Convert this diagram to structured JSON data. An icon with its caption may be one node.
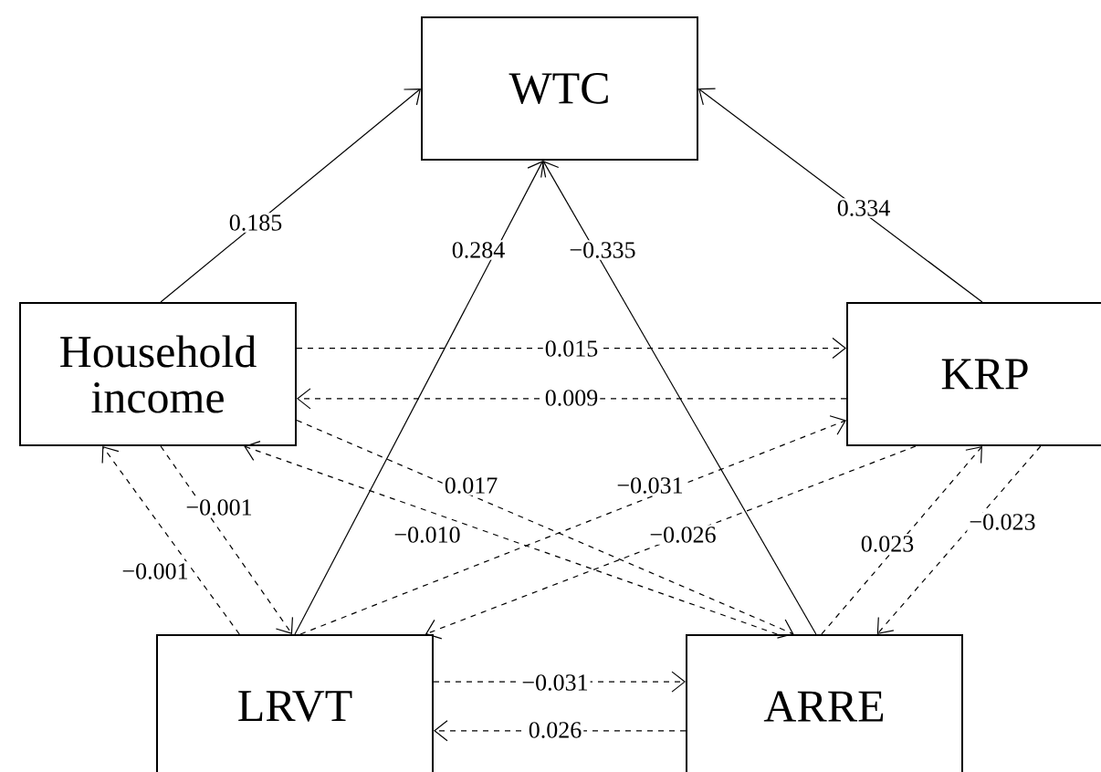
{
  "diagram": {
    "nodes": [
      {
        "text": [
          "WTC"
        ]
      },
      {
        "text": [
          "Household income"
        ]
      },
      {
        "text": [
          "KRP"
        ]
      },
      {
        "text": [
          "LRVT"
        ]
      },
      {
        "text": [
          "ARRE"
        ]
      }
    ],
    "edges": [
      {
        "from": 1,
        "to": 0,
        "arrow": "to",
        "label": "0.185"
      },
      {
        "from": 2,
        "to": 0,
        "arrow": "to",
        "label": "0.334"
      },
      {
        "from": 3,
        "to": 0,
        "arrow": "to",
        "label": "0.284"
      },
      {
        "from": 4,
        "to": 0,
        "arrow": "to",
        "label": "−0.335"
      },
      {
        "from": 1,
        "to": 2,
        "arrow": "to",
        "label": "0.015",
        "style": "dashed"
      },
      {
        "from": 2,
        "to": 1,
        "arrow": "to",
        "label": "0.009",
        "style": "dashed"
      },
      {
        "from": 1,
        "to": 4,
        "arrow": "to",
        "label": "0.017",
        "style": "dashed"
      },
      {
        "from": 4,
        "to": 1,
        "arrow": "to",
        "label": "−0.010",
        "style": "dashed"
      },
      {
        "from": 1,
        "to": 3,
        "arrow": "to",
        "label": "−0.001",
        "style": "dashed"
      },
      {
        "from": 3,
        "to": 1,
        "arrow": "to",
        "label": "−0.001",
        "style": "dashed"
      },
      {
        "from": 3,
        "to": 2,
        "arrow": "to",
        "label": "−0.031",
        "style": "dashed"
      },
      {
        "from": 2,
        "to": 3,
        "arrow": "to",
        "label": "−0.026",
        "style": "dashed"
      },
      {
        "from": 4,
        "to": 2,
        "arrow": "to",
        "label": "0.023",
        "style": "dashed"
      },
      {
        "from": 2,
        "to": 4,
        "arrow": "to",
        "label": "−0.023",
        "style": "dashed"
      },
      {
        "from": 3,
        "to": 4,
        "arrow": "to",
        "label": "−0.031",
        "style": "dashed"
      },
      {
        "from": 4,
        "to": 3,
        "arrow": "to",
        "label": "0.026",
        "style": "dashed"
      }
    ]
  }
}
